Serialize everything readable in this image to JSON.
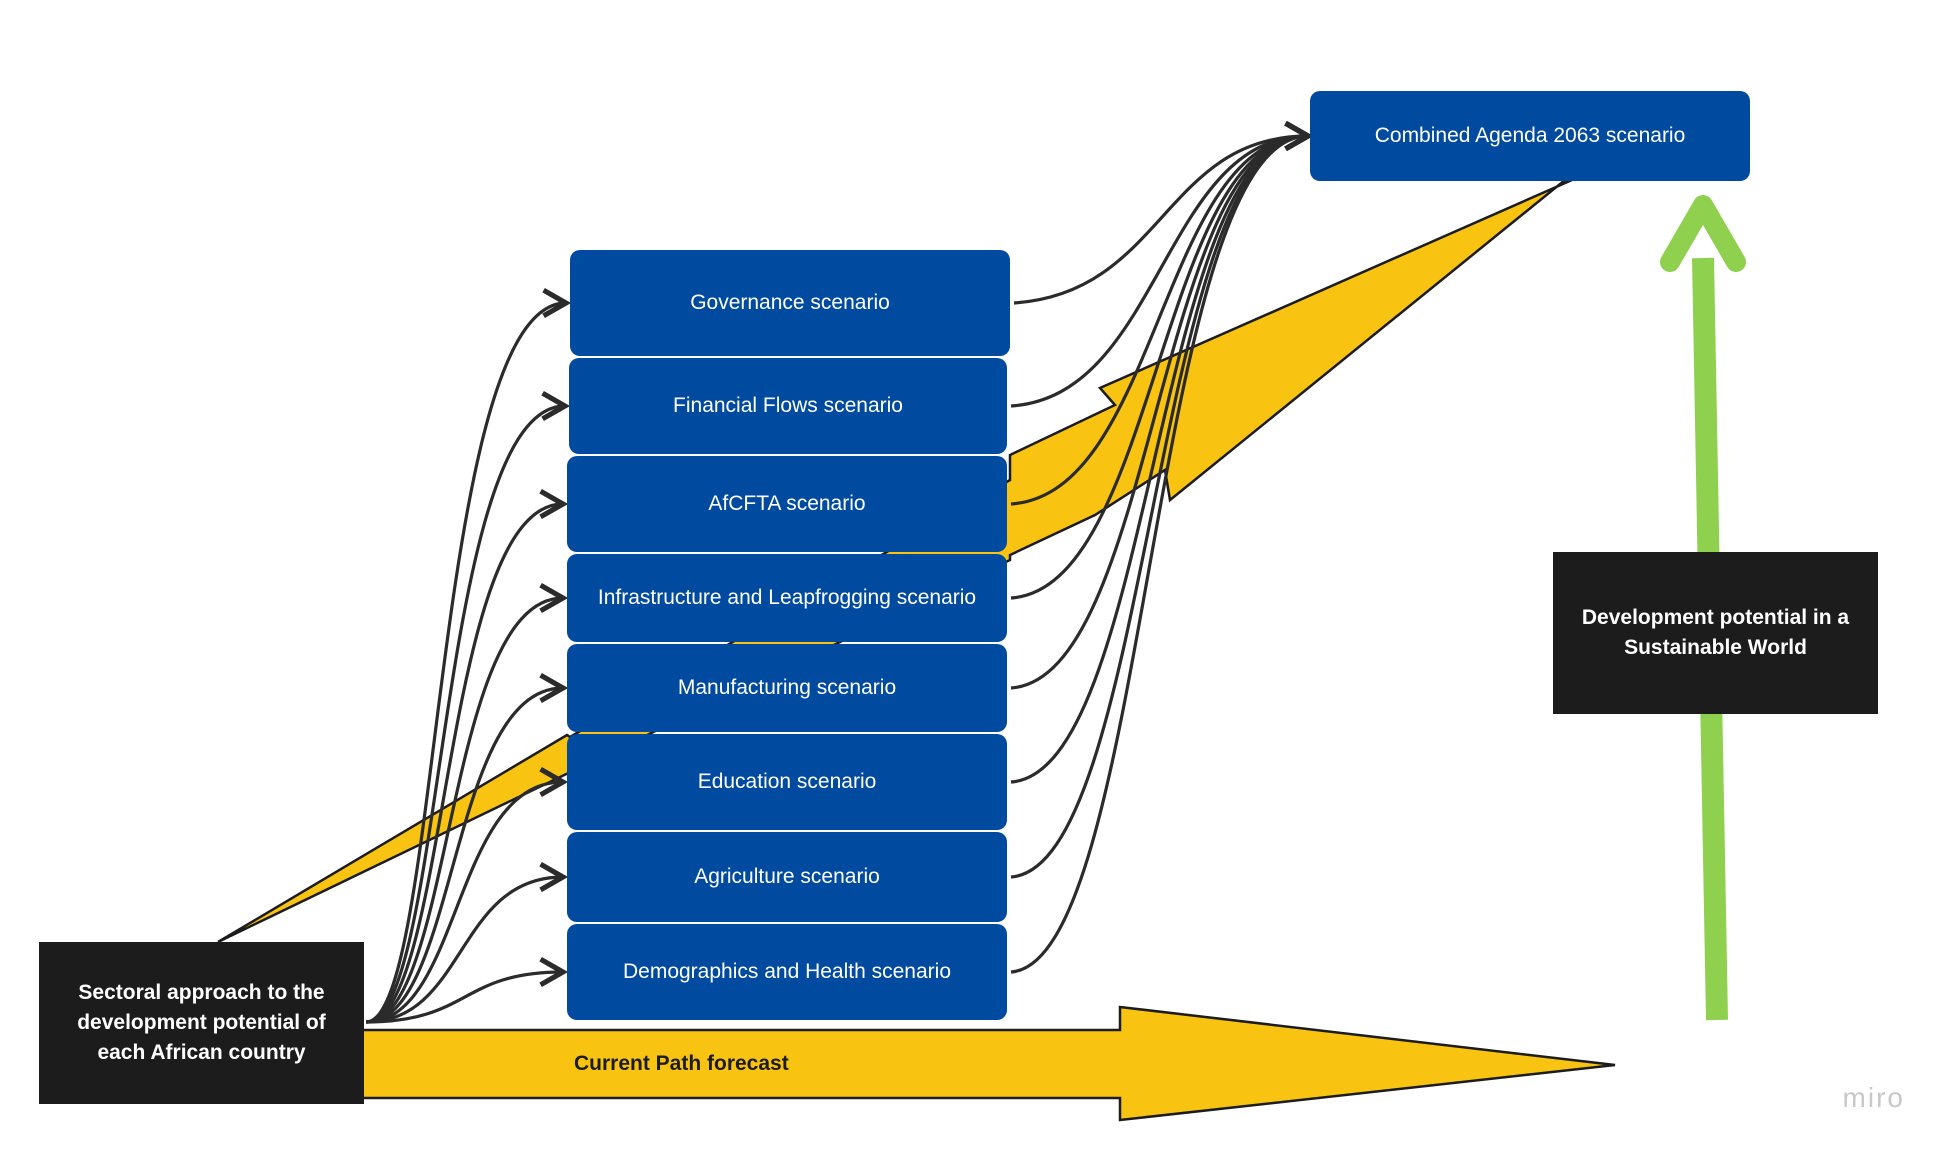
{
  "colors": {
    "blue": "#004aa0",
    "yellow": "#f8c411",
    "green": "#8fd14f",
    "dark": "#1c1c1c",
    "connector": "#2b2b2b"
  },
  "source_box": {
    "label": "Sectoral approach to the development potential of each African country"
  },
  "target_box": {
    "label": "Combined Agenda 2063 scenario"
  },
  "scenarios": [
    {
      "id": "governance",
      "label": "Governance scenario"
    },
    {
      "id": "financial-flows",
      "label": "Financial Flows scenario"
    },
    {
      "id": "afcfta",
      "label": "AfCFTA scenario"
    },
    {
      "id": "infrastructure",
      "label": "Infrastructure and Leapfrogging scenario"
    },
    {
      "id": "manufacturing",
      "label": "Manufacturing scenario"
    },
    {
      "id": "education",
      "label": "Education scenario"
    },
    {
      "id": "agriculture",
      "label": "Agriculture scenario"
    },
    {
      "id": "demographics-health",
      "label": "Demographics and Health scenario"
    }
  ],
  "current_path": {
    "label": "Current Path forecast"
  },
  "sustainable_box": {
    "label": "Development potential in a Sustainable World"
  },
  "watermark": "miro"
}
